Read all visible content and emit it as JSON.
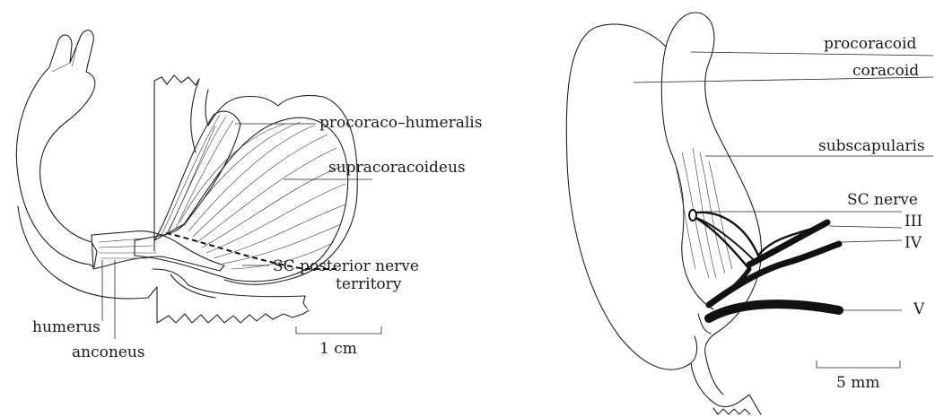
{
  "left_figure": {
    "labels": {
      "procoraco_humeralis": "procoraco–humeralis",
      "supracoracoideus": "supracoracoideus",
      "sc_posterior_1": "SC posterior nerve",
      "sc_posterior_2": "territory",
      "humerus": "humerus",
      "anconeus": "anconeus"
    },
    "scale_label": "1 cm"
  },
  "right_figure": {
    "labels": {
      "procoracoid": "procoracoid",
      "coracoid": "coracoid",
      "subscapularis": "subscapularis",
      "sc_nerve": "SC nerve",
      "nerve_iii": "III",
      "nerve_iv": "IV",
      "nerve_v": "V"
    },
    "scale_label": "5 mm"
  }
}
